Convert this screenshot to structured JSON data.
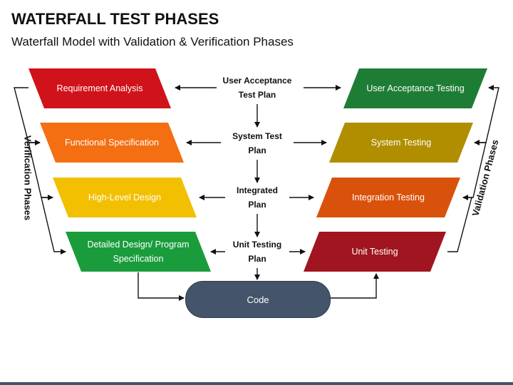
{
  "header": {
    "title": "WATERFALL TEST PHASES",
    "subtitle": "Waterfall Model with Validation & Verification Phases"
  },
  "left_phases": [
    {
      "label": "Requirement Analysis",
      "color": "#d0121b"
    },
    {
      "label": "Functional Specification",
      "color": "#f36f12"
    },
    {
      "label": "High-Level Design",
      "color": "#f2c000"
    },
    {
      "label": "Detailed Design/ Program Specification",
      "color": "#1a9c3c"
    }
  ],
  "right_phases": [
    {
      "label": "User Acceptance Testing",
      "color": "#1e7d35"
    },
    {
      "label": "System Testing",
      "color": "#b08e00"
    },
    {
      "label": "Integration Testing",
      "color": "#d9520b"
    },
    {
      "label": "Unit Testing",
      "color": "#a0151f"
    }
  ],
  "plans": [
    {
      "line1": "User Acceptance",
      "line2": "Test Plan"
    },
    {
      "line1": "System Test",
      "line2": "Plan"
    },
    {
      "line1": "Integrated",
      "line2": "Plan"
    },
    {
      "line1": "Unit Testing",
      "line2": "Plan"
    }
  ],
  "code": {
    "label": "Code",
    "color": "#44546a"
  },
  "side_labels": {
    "left": "Verification Phases",
    "right": "Validation Phases"
  }
}
